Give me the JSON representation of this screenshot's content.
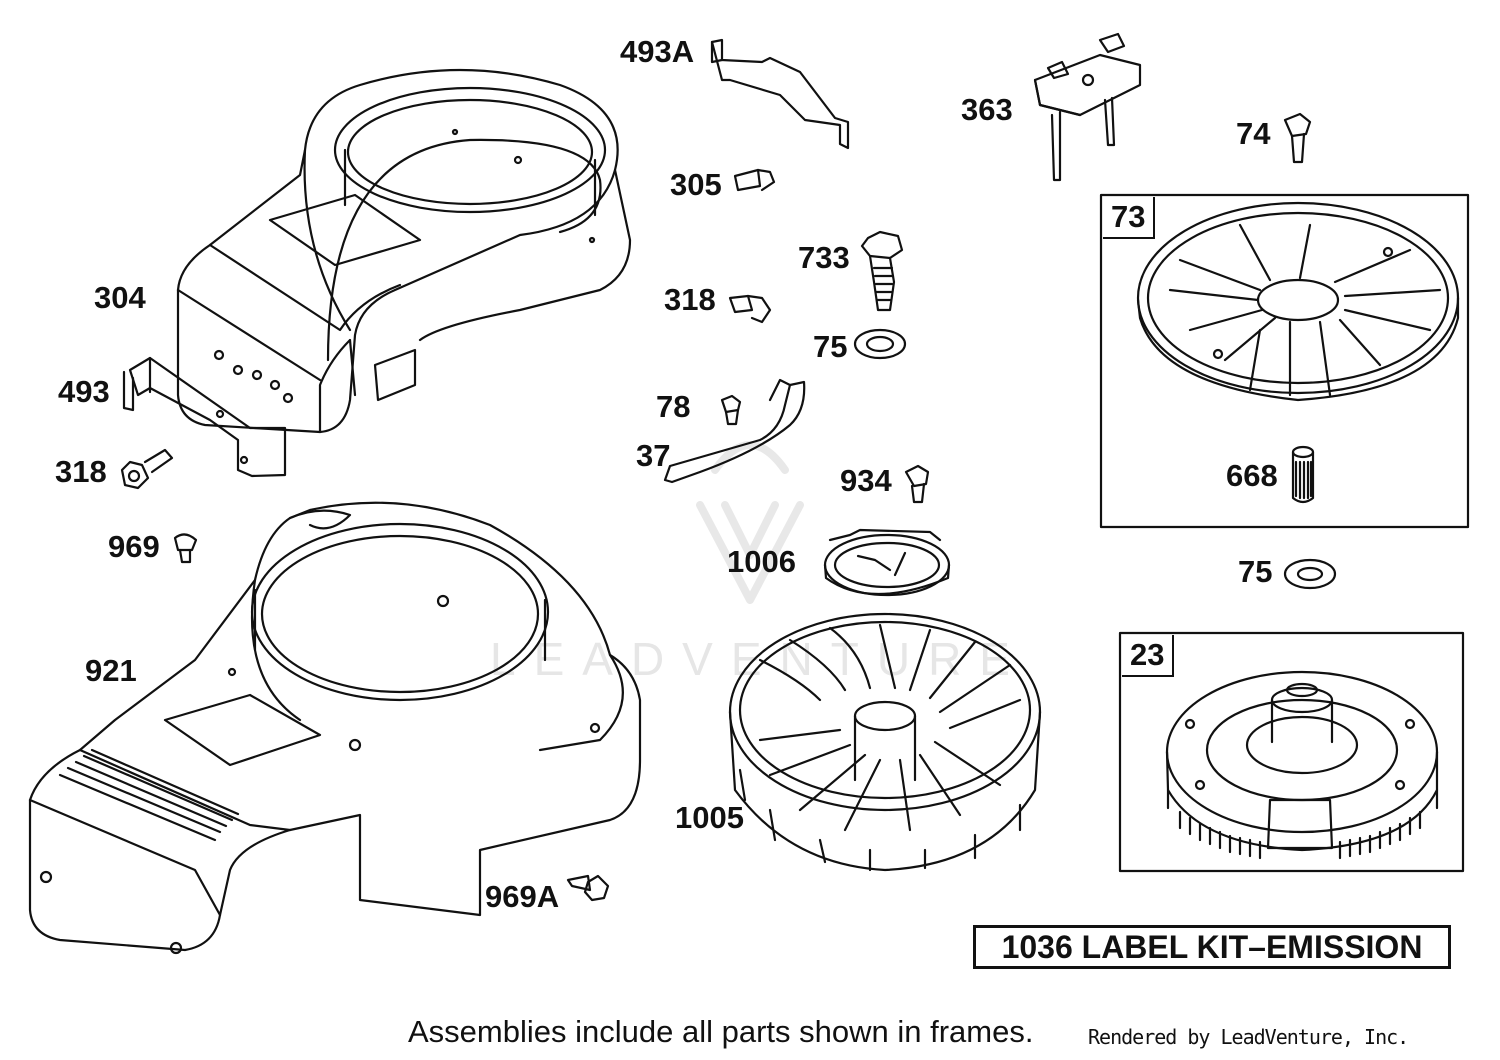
{
  "callouts": [
    {
      "id": "c-493a",
      "text": "493A"
    },
    {
      "id": "c-363",
      "text": "363"
    },
    {
      "id": "c-74",
      "text": "74"
    },
    {
      "id": "c-305",
      "text": "305"
    },
    {
      "id": "c-733",
      "text": "733"
    },
    {
      "id": "c-304",
      "text": "304"
    },
    {
      "id": "c-318a",
      "text": "318"
    },
    {
      "id": "c-75a",
      "text": "75"
    },
    {
      "id": "c-493",
      "text": "493"
    },
    {
      "id": "c-78",
      "text": "78"
    },
    {
      "id": "c-37",
      "text": "37"
    },
    {
      "id": "c-318b",
      "text": "318"
    },
    {
      "id": "c-934",
      "text": "934"
    },
    {
      "id": "c-668",
      "text": "668"
    },
    {
      "id": "c-969",
      "text": "969"
    },
    {
      "id": "c-1006",
      "text": "1006"
    },
    {
      "id": "c-75b",
      "text": "75"
    },
    {
      "id": "c-921",
      "text": "921"
    },
    {
      "id": "c-1005",
      "text": "1005"
    },
    {
      "id": "c-969a",
      "text": "969A"
    }
  ],
  "frames": [
    {
      "id": "frame-73",
      "label": "73"
    },
    {
      "id": "frame-23",
      "label": "23"
    }
  ],
  "kit_label": "1036 LABEL KIT–EMISSION",
  "footer": {
    "note": "Assemblies include all parts shown in frames.",
    "rendered_by": "Rendered by LeadVenture, Inc."
  },
  "watermark": "LEADVENTURE"
}
